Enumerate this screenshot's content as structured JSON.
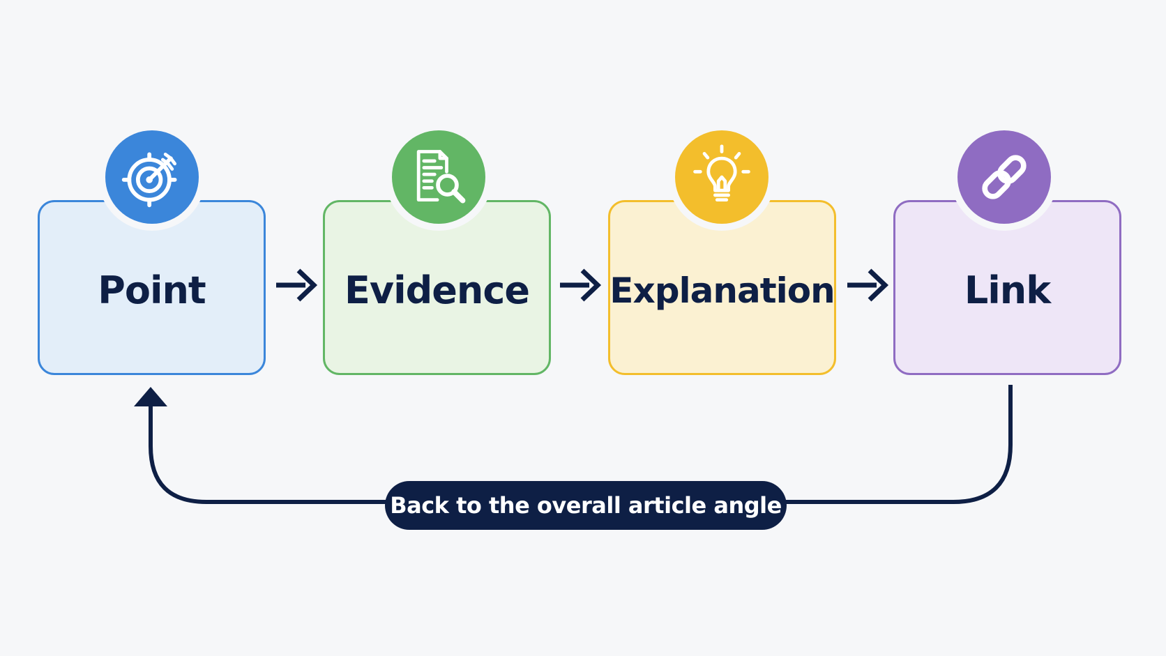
{
  "steps": [
    {
      "label": "Point",
      "icon": "target-icon",
      "color": "#3b86da",
      "fill": "#e3eef9"
    },
    {
      "label": "Evidence",
      "icon": "document-search-icon",
      "color": "#62b665",
      "fill": "#e9f4e4"
    },
    {
      "label": "Explanation",
      "icon": "lightbulb-icon",
      "color": "#f3be2c",
      "fill": "#fbf1d2"
    },
    {
      "label": "Link",
      "icon": "chain-link-icon",
      "color": "#8f6cc2",
      "fill": "#eee6f7"
    }
  ],
  "feedback": {
    "label": "Back to the overall article angle",
    "from": "Link",
    "to": "Point"
  },
  "colors": {
    "arrow": "#0e1f45",
    "background": "#f6f7f9",
    "text": "#0e1f45"
  }
}
